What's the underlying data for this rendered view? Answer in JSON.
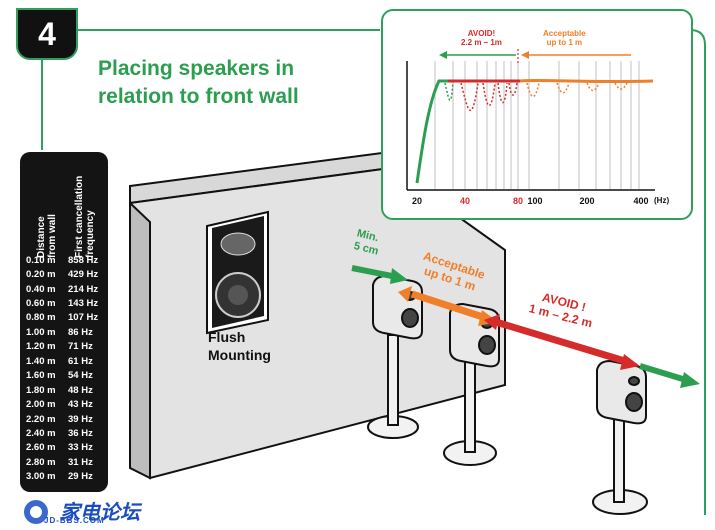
{
  "step_number": "4",
  "heading": {
    "line1": "Placing speakers in",
    "line2": "relation to front wall"
  },
  "table": {
    "col1_header_line1": "Distance",
    "col1_header_line2": "from wall",
    "col2_header_line1": "First cancellation",
    "col2_header_line2": "frequency",
    "rows": [
      {
        "distance": "0.10 m",
        "frequency": "858 Hz"
      },
      {
        "distance": "0.20 m",
        "frequency": "429 Hz"
      },
      {
        "distance": "0.40 m",
        "frequency": "214 Hz"
      },
      {
        "distance": "0.60 m",
        "frequency": "143 Hz"
      },
      {
        "distance": "0.80 m",
        "frequency": "107 Hz"
      },
      {
        "distance": "1.00 m",
        "frequency": "86 Hz"
      },
      {
        "distance": "1.20 m",
        "frequency": "71 Hz"
      },
      {
        "distance": "1.40 m",
        "frequency": "61 Hz"
      },
      {
        "distance": "1.60 m",
        "frequency": "54 Hz"
      },
      {
        "distance": "1.80 m",
        "frequency": "48 Hz"
      },
      {
        "distance": "2.00 m",
        "frequency": "43 Hz"
      },
      {
        "distance": "2.20 m",
        "frequency": "39 Hz"
      },
      {
        "distance": "2.40 m",
        "frequency": "36 Hz"
      },
      {
        "distance": "2.60 m",
        "frequency": "33 Hz"
      },
      {
        "distance": "2.80 m",
        "frequency": "31 Hz"
      },
      {
        "distance": "3.00 m",
        "frequency": "29 Hz"
      }
    ]
  },
  "diagram": {
    "flush_line1": "Flush",
    "flush_line2": "Mounting",
    "min_line1": "Min.",
    "min_line2": "5 cm",
    "acceptable_line1": "Acceptable",
    "acceptable_line2": "up to 1 m",
    "avoid_line1": "AVOID !",
    "avoid_line2": "1 m – 2.2 m"
  },
  "graph": {
    "avoid_line1": "AVOID!",
    "avoid_line2": "2.2 m – 1m",
    "acceptable_line1": "Acceptable",
    "acceptable_line2": "up to 1 m",
    "ticks": [
      "20",
      "40",
      "80",
      "100",
      "200",
      "400"
    ],
    "unit": "(Hz)"
  },
  "watermark": {
    "text": "家电论坛",
    "sub": "JD-BBS.COM"
  },
  "colors": {
    "green": "#2c9e4f",
    "orange": "#f07f2a",
    "red": "#d52b2b",
    "dark": "#141414"
  }
}
